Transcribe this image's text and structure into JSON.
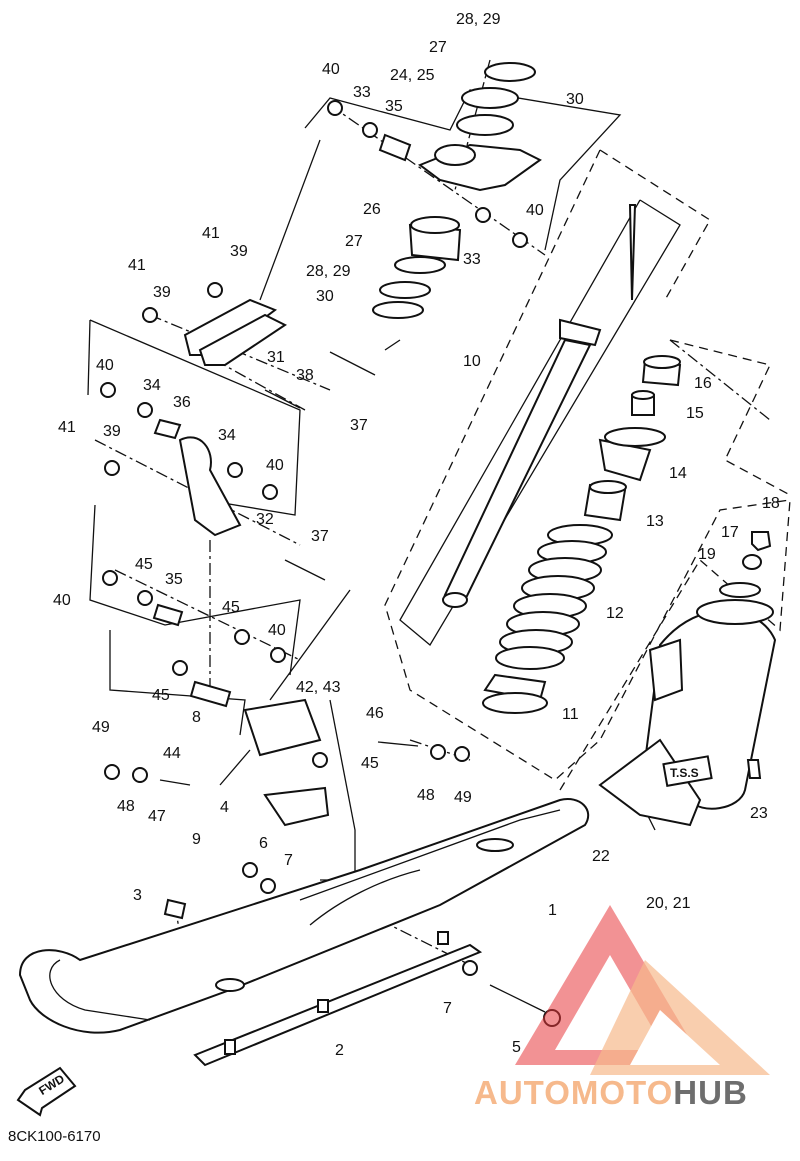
{
  "diagram": {
    "code": "8CK100-6170",
    "direction_badge": "FWD",
    "callouts": [
      "28, 29",
      "27",
      "24, 25",
      "30",
      "40",
      "33",
      "35",
      "26",
      "40",
      "27",
      "33",
      "28, 29",
      "30",
      "41",
      "39",
      "41",
      "39",
      "31",
      "10",
      "38",
      "37",
      "40",
      "34",
      "36",
      "16",
      "15",
      "41",
      "39",
      "34",
      "40",
      "14",
      "32",
      "13",
      "18",
      "17",
      "37",
      "19",
      "45",
      "35",
      "12",
      "40",
      "45",
      "40",
      "45",
      "42, 43",
      "8",
      "11",
      "46",
      "49",
      "44",
      "45",
      "48",
      "49",
      "48",
      "47",
      "4",
      "23",
      "9",
      "6",
      "7",
      "22",
      "3",
      "20, 21",
      "1",
      "7",
      "5",
      "2"
    ]
  },
  "watermark": {
    "brand_part1": "AUTOMOTO",
    "brand_part2": "HUB",
    "accent_color": "#e8383d",
    "secondary_color": "#f6b98c",
    "text_gray": "#6e6e6e"
  }
}
